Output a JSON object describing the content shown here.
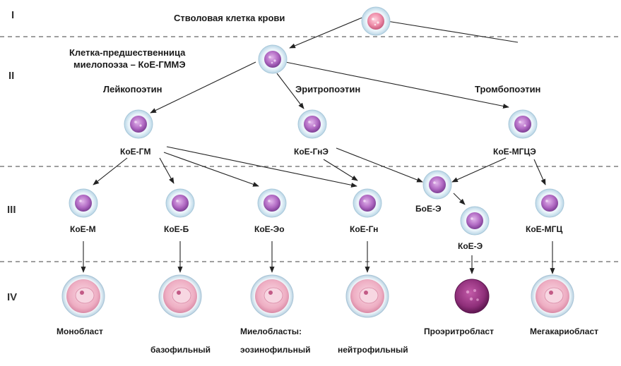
{
  "levels": [
    "I",
    "II",
    "III",
    "IV"
  ],
  "stem_cell": "Стволовая клетка крови",
  "progenitor": {
    "line1": "Клетка-предшественница",
    "line2": "миелопоэза – КоЕ-ГММЭ"
  },
  "factors": {
    "leuko": "Лейкопоэтин",
    "erythro": "Эритропоэтин",
    "thrombo": "Тромбопоэтин"
  },
  "level2_cells": {
    "gm": "КоЕ-ГМ",
    "gne": "КоЕ-ГнЭ",
    "mgce": "КоЕ-МГЦЭ"
  },
  "level3_cells": {
    "m": "КоЕ-М",
    "b": "КоЕ-Б",
    "eo": "КоЕ-Эо",
    "gn": "КоЕ-Гн",
    "boe": "БоЕ-Э",
    "e": "КоЕ-Э",
    "mgc": "КоЕ-МГЦ"
  },
  "level4_cells": {
    "monoblast": "Монобласт",
    "myeloblasts": "Миелобласты:",
    "basophil": "базофильный",
    "eosinophil": "эозинофильный",
    "neutrophil": "нейтрофильный",
    "proerythroblast": "Проэритробласт",
    "megakaryoblast": "Мегакариобласт"
  },
  "colors": {
    "small_cell_membrane": "#dfeef6",
    "small_cell_nucleus": "#b26bc4",
    "blast_cytoplasm": "#f1b9cc",
    "blast_nucleus": "#f7d7e2",
    "proerythroblast": "#8f2f7a",
    "arrow": "#222222",
    "divider": "#666666"
  }
}
